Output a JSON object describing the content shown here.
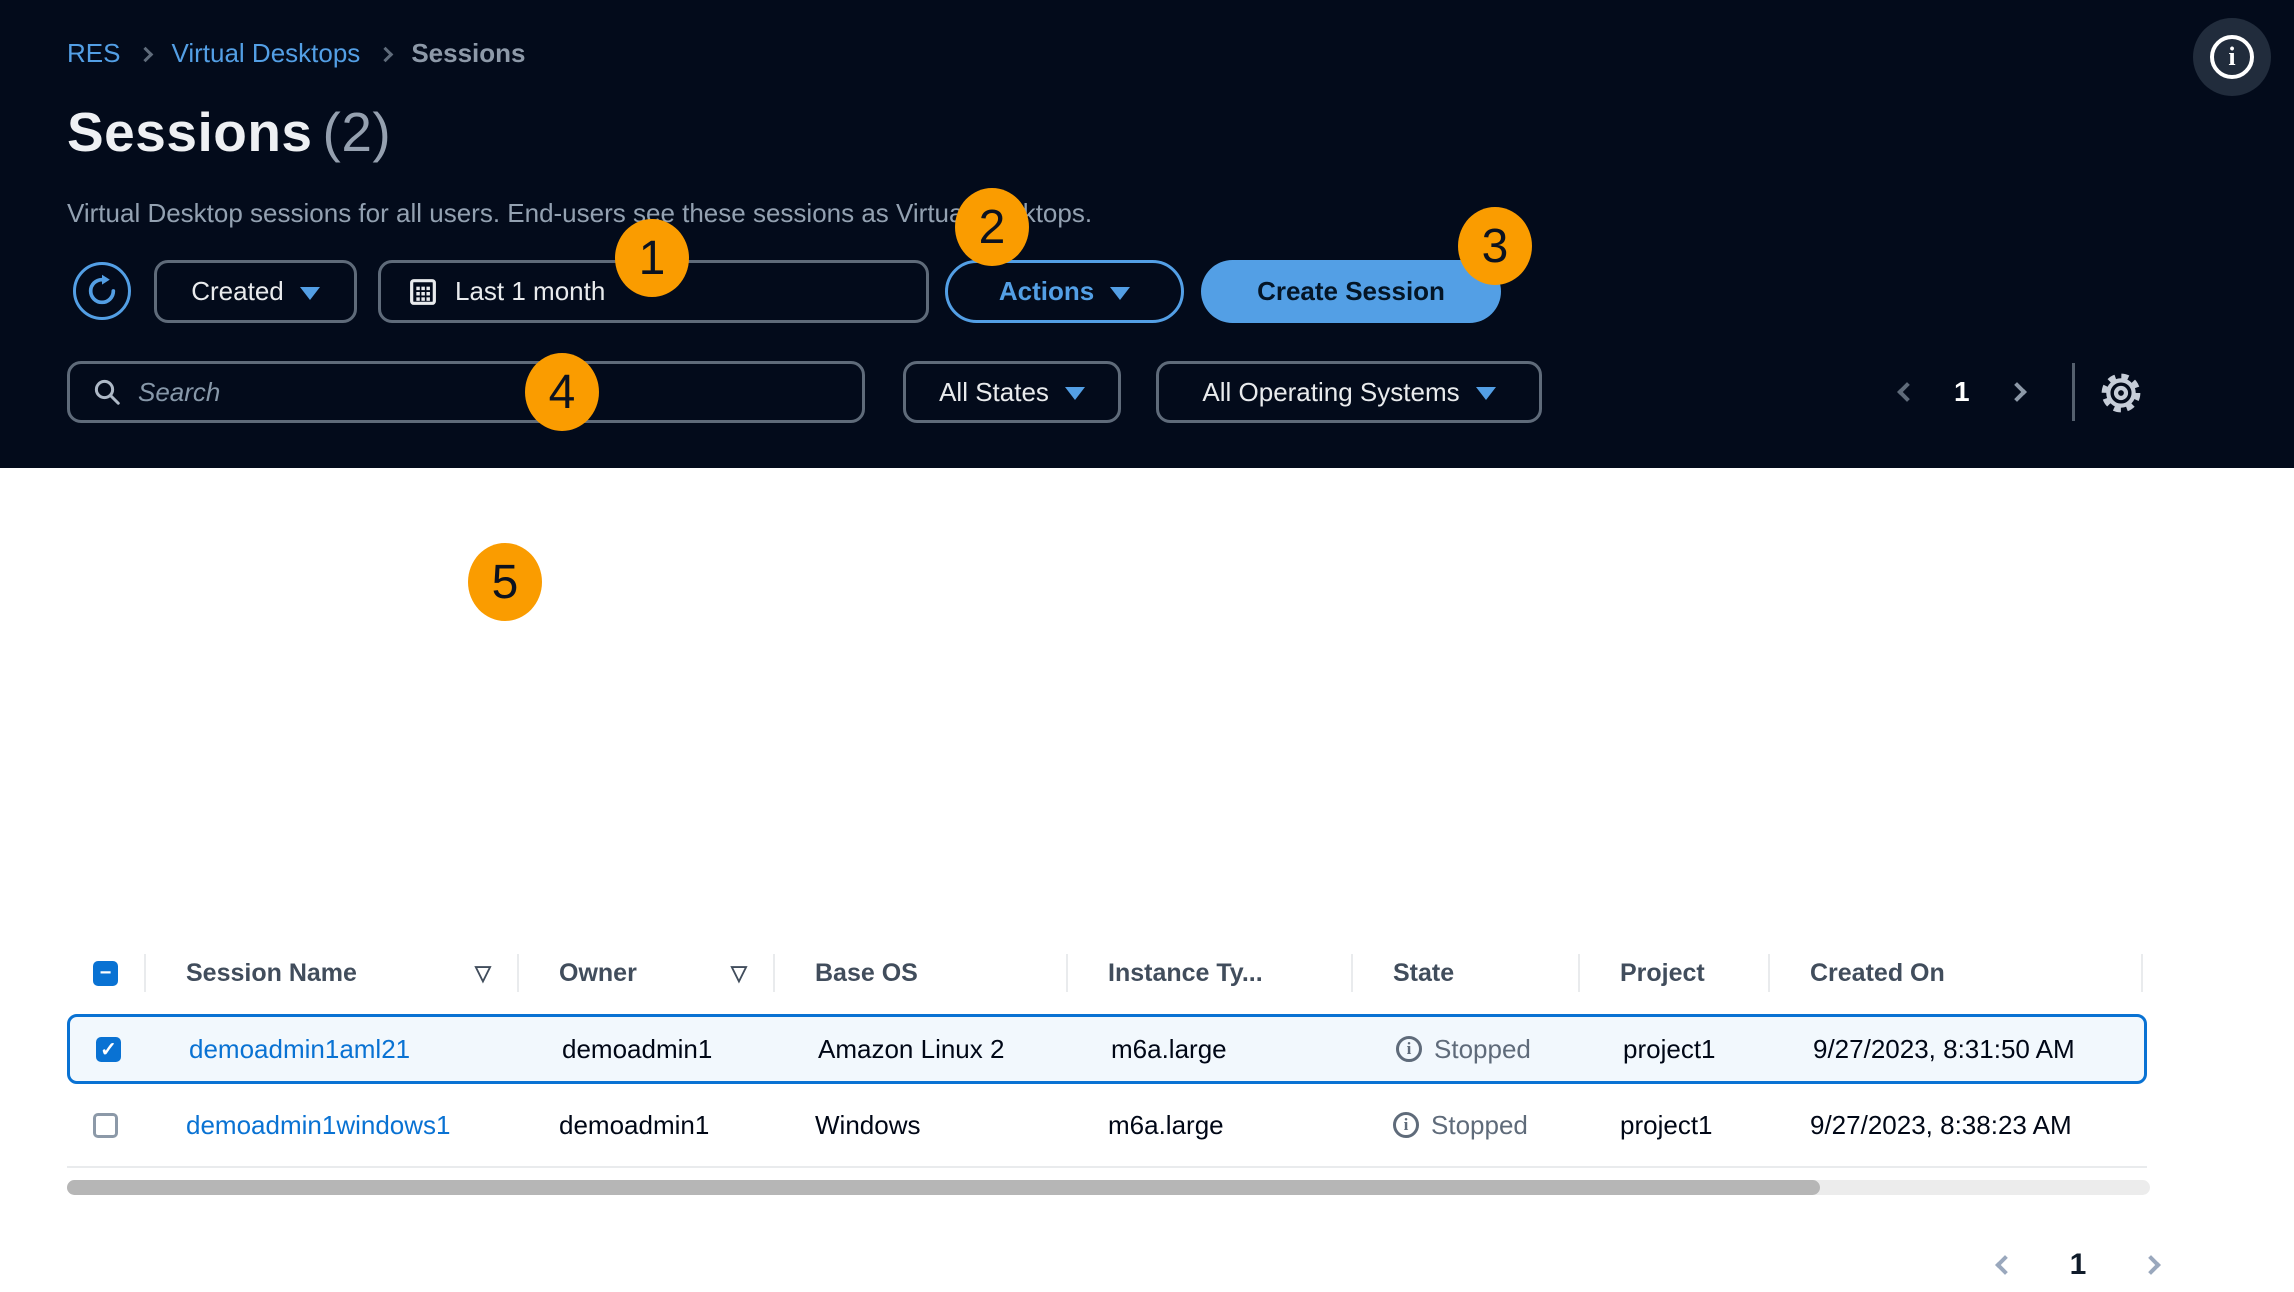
{
  "colors": {
    "dark_background": "#030b1b",
    "accent_blue": "#539fe5",
    "link_blue": "#0972d3",
    "selected_row_border": "#0972d3",
    "selected_row_background": "#f2f8fd",
    "badge_orange": "#fa9c00",
    "muted_gray": "#8d99a8",
    "table_header_text": "#414d5c"
  },
  "icons": {
    "info": "i",
    "check": "✓",
    "indeterminate": "−",
    "sort_down": "▽",
    "refresh": "circular-arrow",
    "calendar": "calendar-grid",
    "search": "magnifier",
    "gear": "settings-gear",
    "chevron_left": "‹",
    "chevron_right": "›"
  },
  "breadcrumb": {
    "res": "RES",
    "virtual_desktops": "Virtual Desktops",
    "current": "Sessions"
  },
  "header": {
    "title": "Sessions",
    "count": "(2)",
    "description": "Virtual Desktop sessions for all users. End-users see these sessions as Virtual Desktops."
  },
  "toolbar": {
    "sort_by": "Created",
    "date_range": "Last 1 month",
    "actions": "Actions",
    "create_session": "Create Session"
  },
  "filters": {
    "search_placeholder": "Search",
    "search_value": "",
    "state_filter": "All States",
    "os_filter": "All Operating Systems"
  },
  "pagination_top": {
    "page": "1"
  },
  "pagination_bottom": {
    "page": "1"
  },
  "table": {
    "columns": {
      "session_name": "Session Name",
      "owner": "Owner",
      "base_os": "Base OS",
      "instance_type": "Instance Ty...",
      "state": "State",
      "project": "Project",
      "created_on": "Created On"
    },
    "rows": [
      {
        "selected": true,
        "session_name": "demoadmin1aml21",
        "owner": "demoadmin1",
        "base_os": "Amazon Linux 2",
        "instance_type": "m6a.large",
        "state": "Stopped",
        "project": "project1",
        "created_on": "9/27/2023, 8:31:50 AM"
      },
      {
        "selected": false,
        "session_name": "demoadmin1windows1",
        "owner": "demoadmin1",
        "base_os": "Windows",
        "instance_type": "m6a.large",
        "state": "Stopped",
        "project": "project1",
        "created_on": "9/27/2023, 8:38:23 AM"
      }
    ]
  },
  "annotations": {
    "badge_1": "1",
    "badge_2": "2",
    "badge_3": "3",
    "badge_4": "4",
    "badge_5": "5"
  }
}
